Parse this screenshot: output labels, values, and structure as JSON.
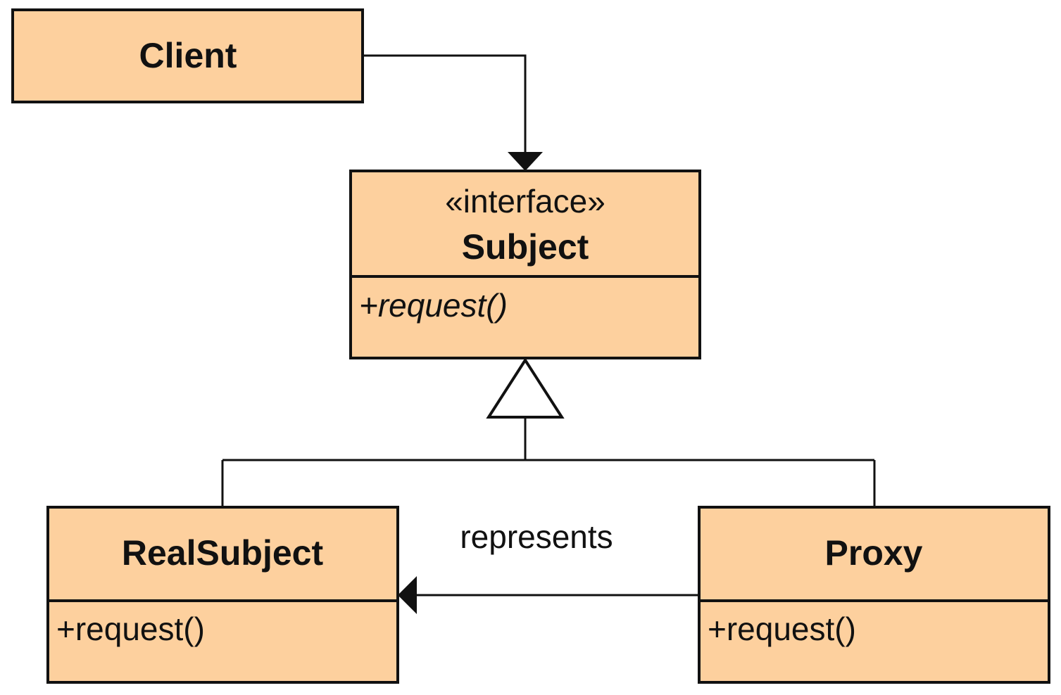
{
  "colors": {
    "class_fill": "#fdd09e",
    "stroke": "#111111",
    "background": "#ffffff"
  },
  "classes": {
    "client": {
      "name": "Client"
    },
    "subject": {
      "stereotype": "«interface»",
      "name": "Subject",
      "operation": "+request()"
    },
    "real_subject": {
      "name": "RealSubject",
      "operation": "+request()"
    },
    "proxy": {
      "name": "Proxy",
      "operation": "+request()"
    }
  },
  "relations": {
    "client_to_subject": {
      "kind": "association"
    },
    "realization": {
      "kind": "generalization"
    },
    "proxy_to_real_subject": {
      "kind": "association",
      "label": "represents"
    }
  }
}
